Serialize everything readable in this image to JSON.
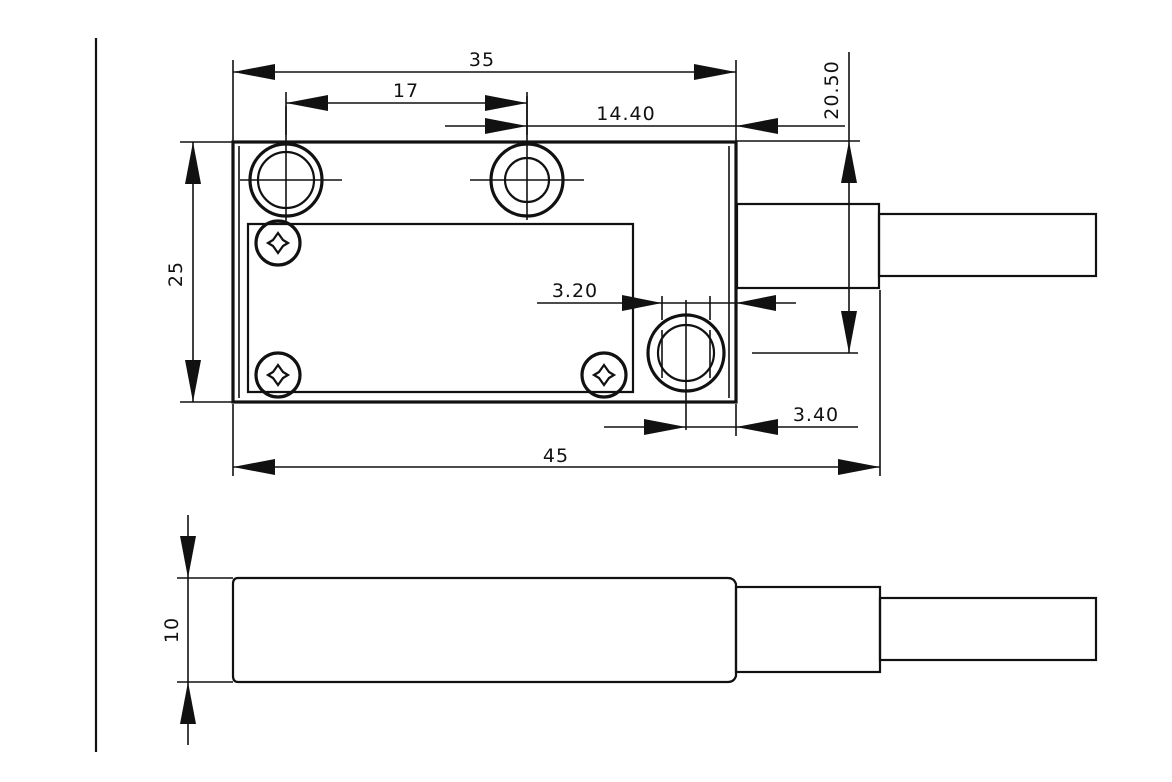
{
  "drawing": {
    "line_color": "#111111",
    "background": "#ffffff",
    "dimensions": {
      "top_width": "35",
      "hole_spacing": "17",
      "offset_right": "14.40",
      "cable_height": "20.50",
      "body_height": "25",
      "hole_offset_x": "3.20",
      "hole_offset_y": "3.40",
      "overall_width": "45",
      "side_thickness": "10"
    }
  }
}
